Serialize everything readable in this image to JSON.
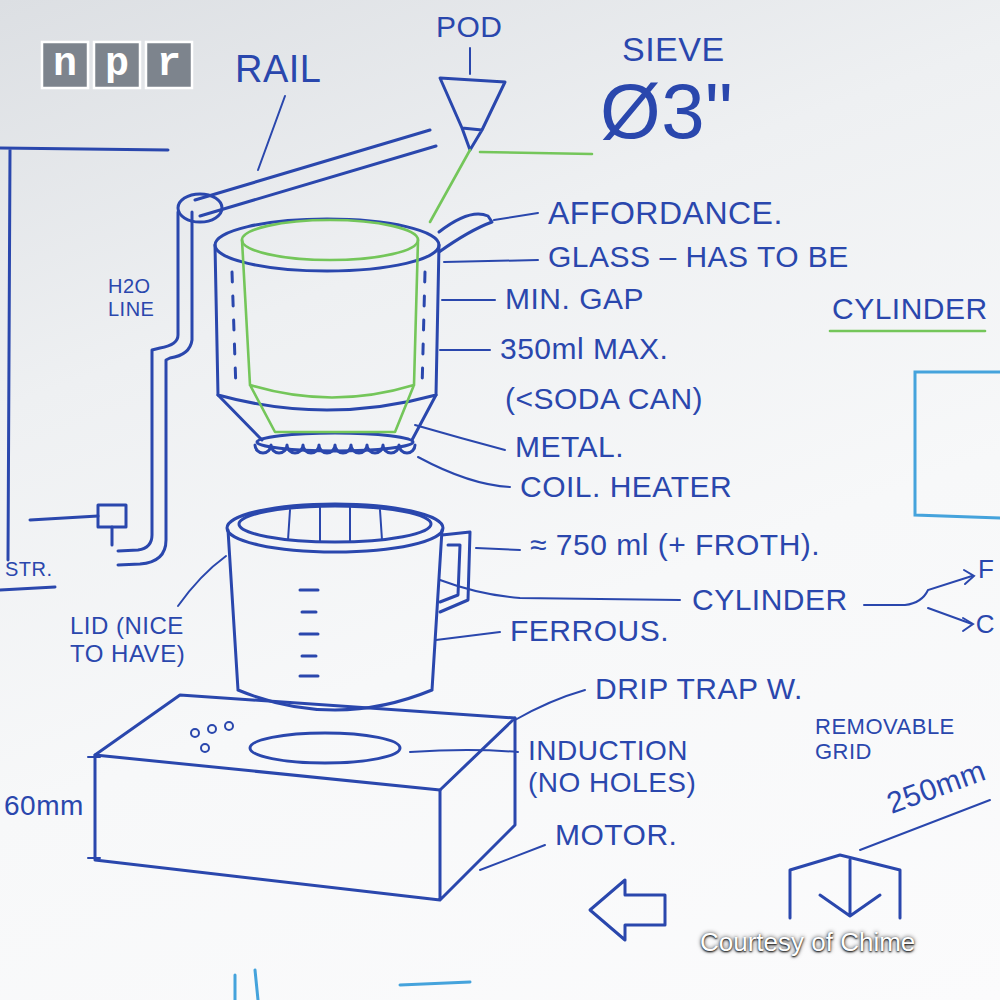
{
  "diagram": {
    "labels": [
      "npr",
      "POD",
      "RAIL",
      "SIEVE",
      "Ø3\"",
      "AFFORDANCE.",
      "GLASS – HAS TO BE",
      "H2O LINE",
      "CYLINDER",
      "MIN. GAP",
      "350ml MAX.",
      "(<SODA CAN)",
      "METAL.",
      "COIL. HEATER",
      "≈ 750 ml (+ FROTH).",
      "STR.",
      "CYLINDER",
      "F",
      "C",
      "FERROUS.",
      "LID (NICE TO HAVE)",
      "DRIP TRAP W.",
      "REMOVABLE GRID",
      "INDUCTION (NO HOLES)",
      "250mm",
      "60mm",
      "MOTOR.",
      "Courtesy of Chime"
    ]
  }
}
